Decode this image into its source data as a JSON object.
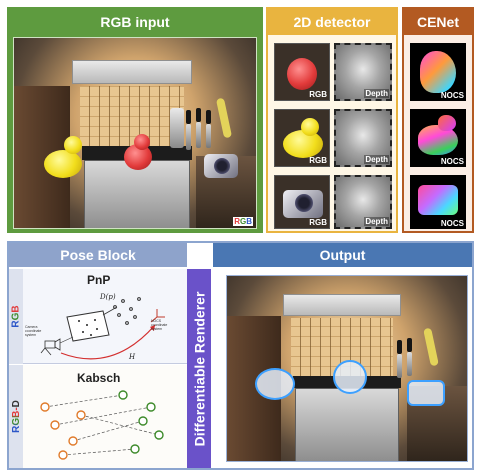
{
  "colors": {
    "rgb_panel": "#5e9b3f",
    "detector_panel": "#e9b43f",
    "cenet_panel": "#b35a22",
    "pose_header": "#8ea3cb",
    "output_header": "#4a77b3",
    "renderer_bar": "#6a52c9"
  },
  "rgb_input": {
    "title": "RGB input",
    "corner_label": "RGB"
  },
  "detector": {
    "title": "2D detector",
    "rgb_label": "RGB",
    "depth_label": "Depth"
  },
  "cenet": {
    "title": "CENet",
    "nocs_label": "NOCS"
  },
  "pose_block": {
    "title": "Pose Block",
    "pnp": {
      "title": "PnP",
      "modality": "RGB",
      "d_label": "D(p)",
      "h_label": "H",
      "camera_text": "Camera coordinate system",
      "nocs_text": "NOCS coordinate system"
    },
    "kabsch": {
      "title": "Kabsch",
      "modality": "RGB-D"
    }
  },
  "renderer": {
    "label": "Differentiable Renderer"
  },
  "output": {
    "title": "Output"
  },
  "icons": [
    "camera-icon",
    "arrow-icon"
  ]
}
